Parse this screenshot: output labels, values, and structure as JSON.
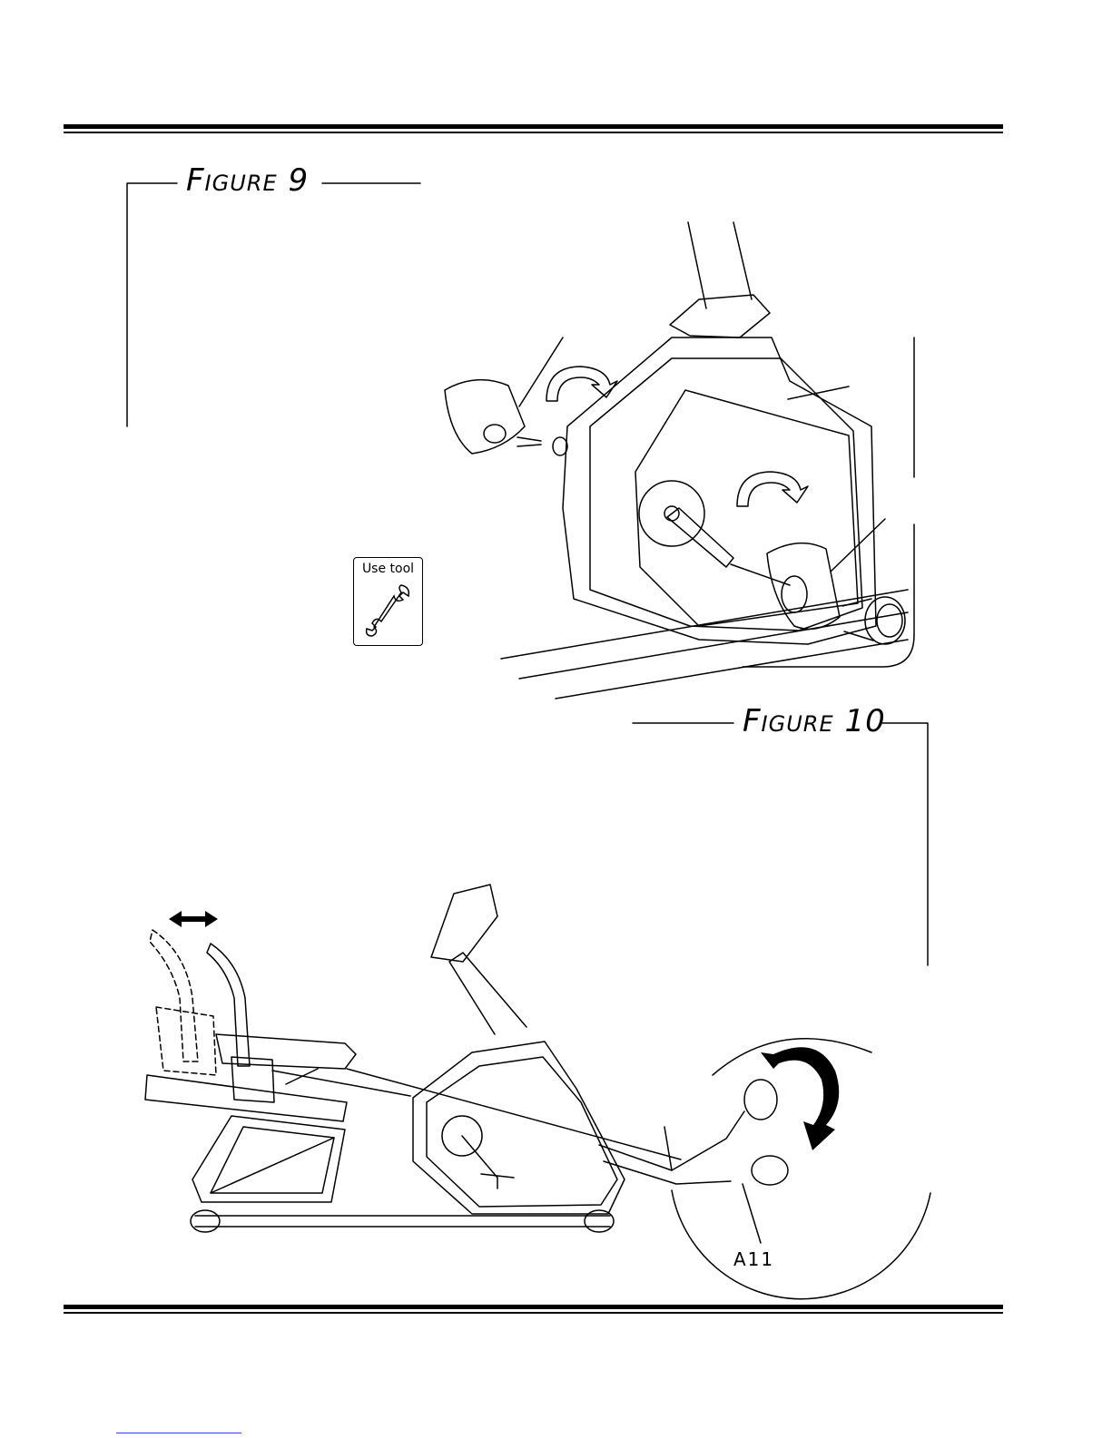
{
  "figures": [
    {
      "title": "Figure 9"
    },
    {
      "title": "Figure 10"
    }
  ],
  "tool_badge": {
    "label": "Use tool",
    "wrench_icon": "open-end-wrench-icon"
  },
  "callouts": {
    "a11": "A11"
  },
  "icons": [
    "clockwise-arrow-icon",
    "double-arrow-icon",
    "curved-rotate-arrow-icon",
    "open-end-wrench-icon"
  ]
}
